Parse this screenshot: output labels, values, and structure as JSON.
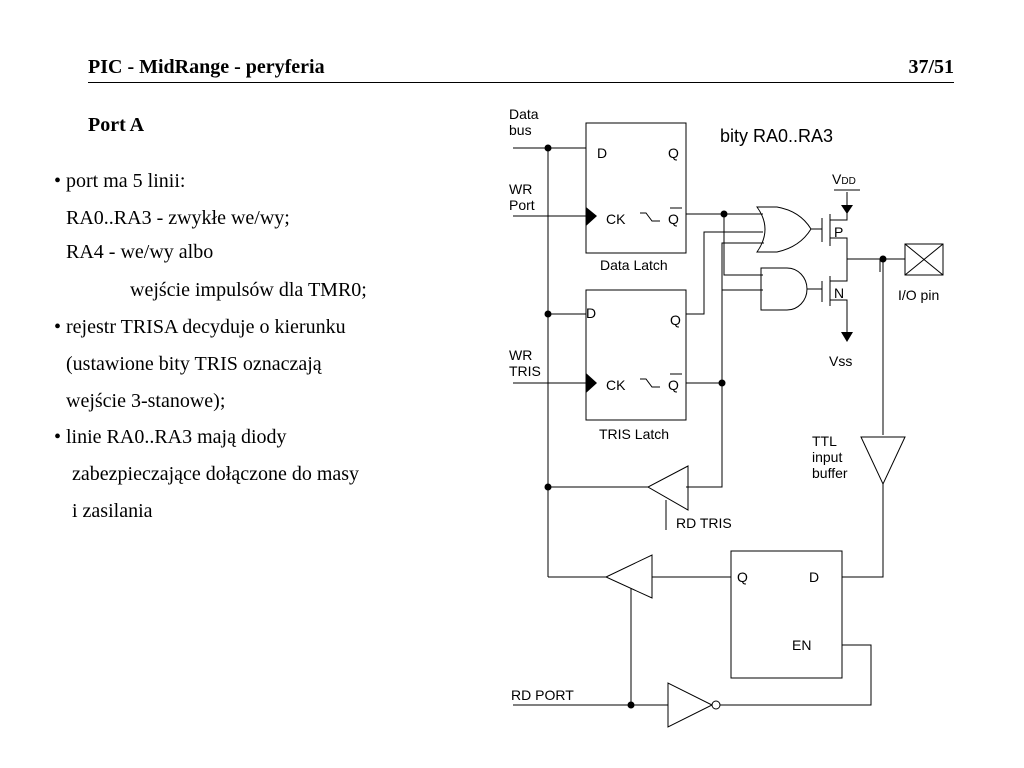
{
  "header": {
    "title": "PIC - MidRange - peryferia",
    "page": "37/51"
  },
  "section_title": "Port A",
  "text_lines": [
    "• port ma 5 linii:",
    "RA0..RA3 - zwykłe we/wy;",
    "RA4 - we/wy albo",
    "wejście impulsów dla TMR0;",
    "• rejestr TRISA decyduje o kierunku",
    "(ustawione bity TRIS oznaczają",
    "wejście 3-stanowe);",
    "• linie RA0..RA3 mają diody",
    "zabezpieczające dołączone do masy",
    "i zasilania"
  ],
  "diagram": {
    "caption": "bity RA0..RA3",
    "data_bus": [
      "Data",
      "bus"
    ],
    "wr_port": [
      "WR",
      "Port"
    ],
    "wr_tris": [
      "WR",
      "TRIS"
    ],
    "latch_d": "D",
    "latch_q": "Q",
    "latch_ck": "CK",
    "latch_qbar": "Q",
    "data_latch": "Data Latch",
    "tris_latch": "TRIS Latch",
    "vdd": "V",
    "vdd_sub": "DD",
    "vss": "Vss",
    "p_label": "P",
    "n_label": "N",
    "io_pin": "I/O pin",
    "ttl_buffer": [
      "TTL",
      "input",
      "buffer"
    ],
    "rd_tris": "RD TRIS",
    "rd_port": "RD PORT",
    "ff_q": "Q",
    "ff_d": "D",
    "ff_en": "EN"
  }
}
